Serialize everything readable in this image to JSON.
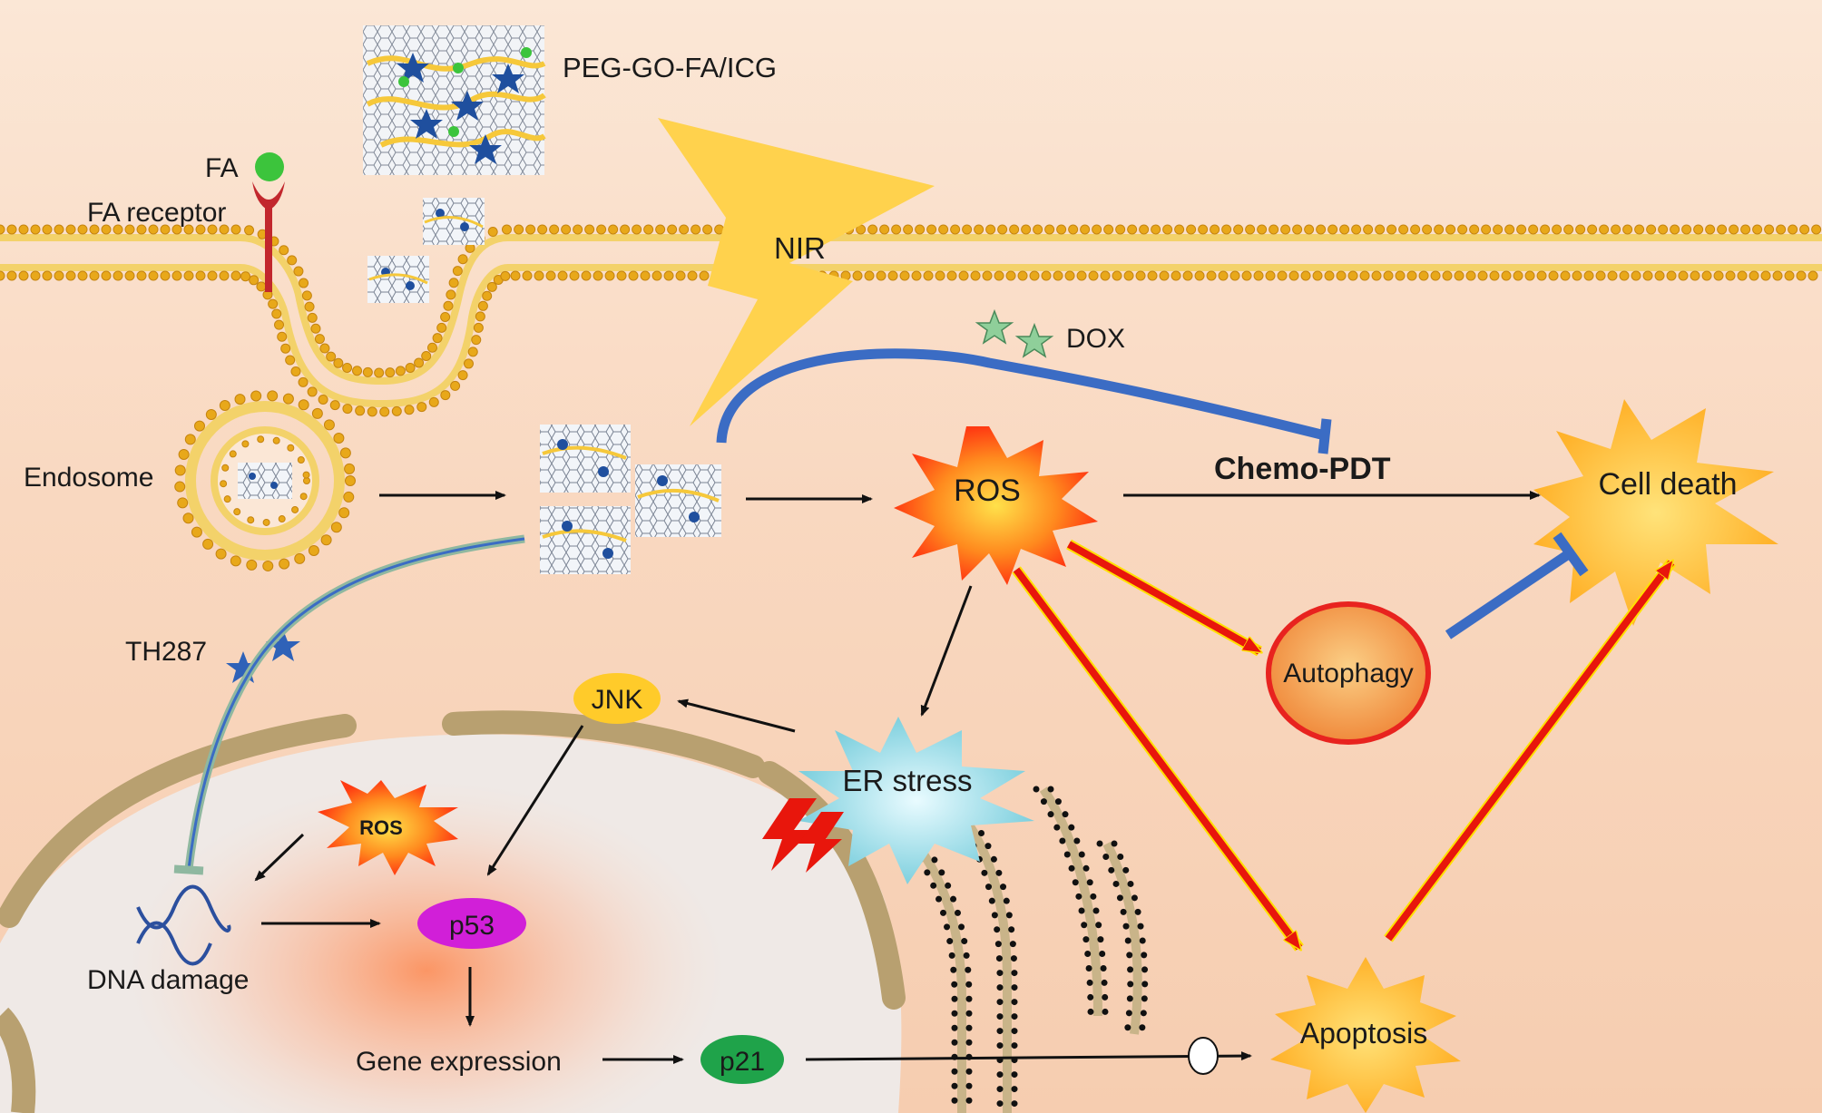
{
  "labels": {
    "nanocarrier": "PEG-GO-FA/ICG",
    "fa": "FA",
    "fa_receptor": "FA receptor",
    "nir": "NIR",
    "dox": "DOX",
    "endosome": "Endosome",
    "ros_main": "ROS",
    "chemo_pdt": "Chemo-PDT",
    "cell_death": "Cell death",
    "autophagy": "Autophagy",
    "th287": "TH287",
    "jnk": "JNK",
    "er_stress": "ER stress",
    "ros_nucleus": "ROS",
    "dna_damage": "DNA damage",
    "p53": "p53",
    "gene_expression": "Gene expression",
    "p21": "p21",
    "apoptosis": "Apoptosis"
  },
  "colors": {
    "membrane_bead": "#e8a81a",
    "membrane_tail": "#f3d26a",
    "receptor": "#c2272d",
    "fa_ligand": "#3cc43c",
    "lightning": "#ffd24d",
    "dox_star": "#8fcf9a",
    "th287_star": "#2f62b8",
    "inhibit_blue": "#3b6cc4",
    "red_arrow": "#e8160c",
    "red_arrow_edge": "#ffe000",
    "ros_burst": "#ff6a1a",
    "cell_death_burst": "#ffc23a",
    "er_burst": "#9fdde6",
    "p53": "#d11fd8",
    "p21": "#1fa34a",
    "jnk": "#ffcb2a",
    "nucleus_envelope": "#b8a070",
    "autophagy_fill": "#f5a24c",
    "autophagy_ring": "#e8231f"
  }
}
